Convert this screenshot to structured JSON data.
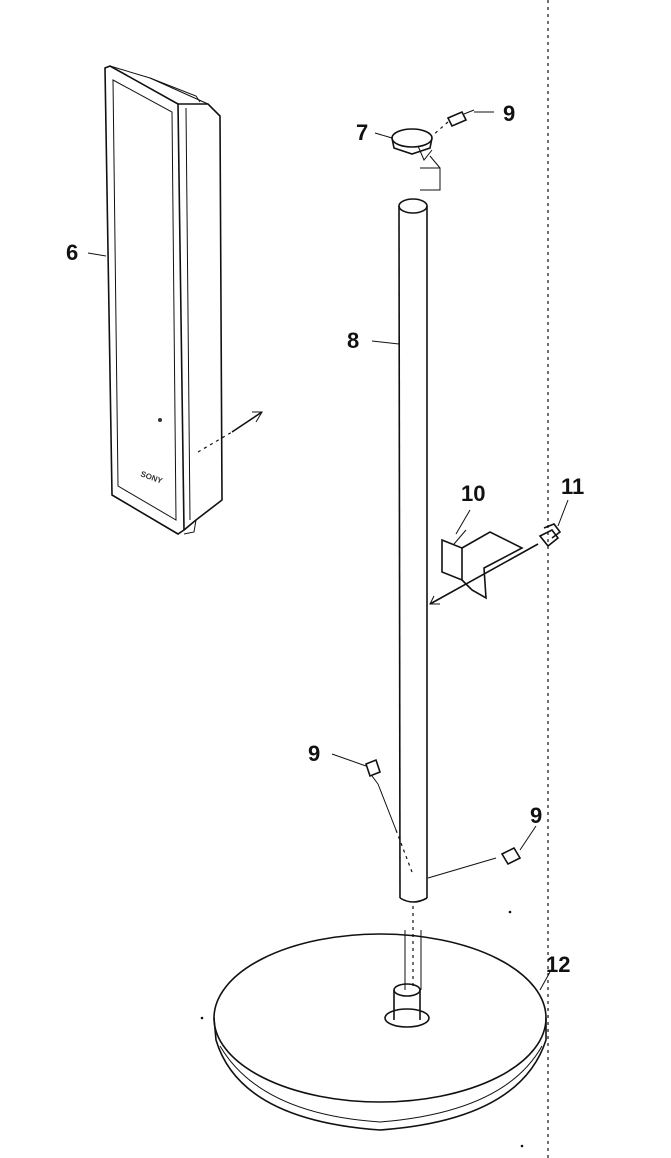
{
  "diagram": {
    "brand_mark": "SONY",
    "callouts": {
      "speaker": "6",
      "top_cap": "7",
      "pole": "8",
      "screw_top": "9",
      "bracket": "10",
      "bracket_screw": "11",
      "screw_left": "9",
      "screw_right": "9",
      "base": "12"
    }
  }
}
